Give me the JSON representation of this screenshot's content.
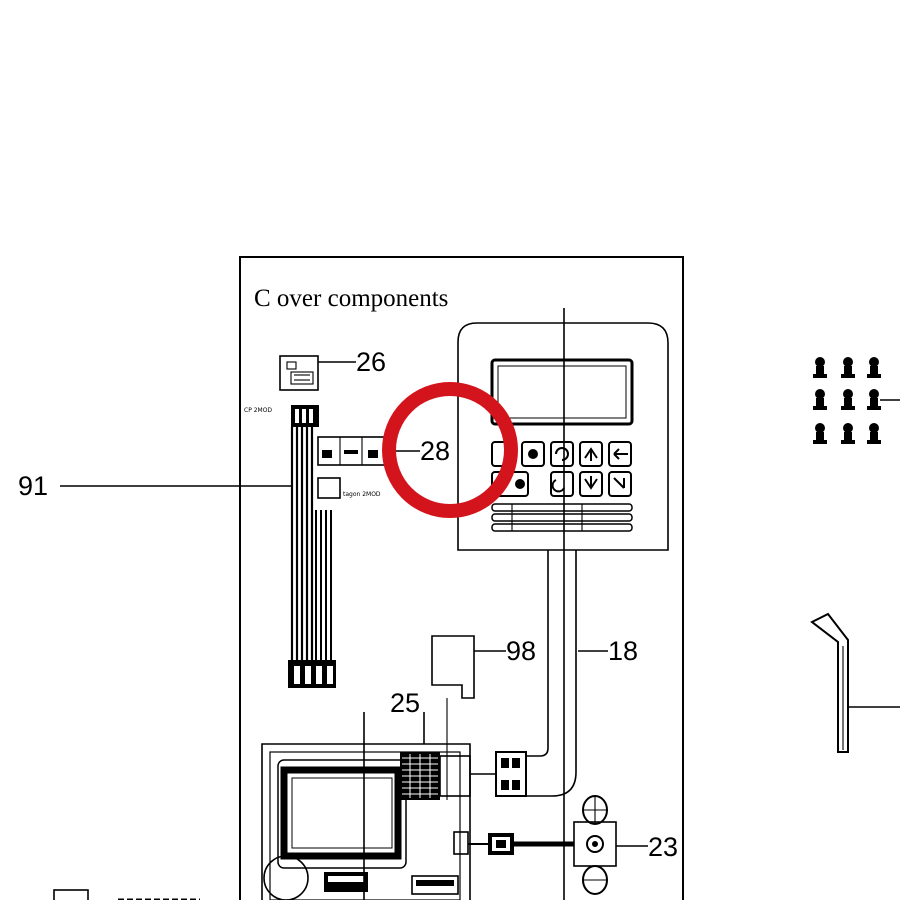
{
  "diagram": {
    "title": "C over components",
    "callouts": [
      {
        "id": "26",
        "text": "26"
      },
      {
        "id": "28",
        "text": "28"
      },
      {
        "id": "91",
        "text": "91"
      },
      {
        "id": "98",
        "text": "98"
      },
      {
        "id": "18",
        "text": "18"
      },
      {
        "id": "25",
        "text": "25"
      },
      {
        "id": "23",
        "text": "23"
      }
    ],
    "small_labels": {
      "connector_upper": "CP 2MOD",
      "connector_lower": "tagon 2MOD"
    },
    "highlight": {
      "target": "28",
      "color": "#d4141c"
    }
  }
}
